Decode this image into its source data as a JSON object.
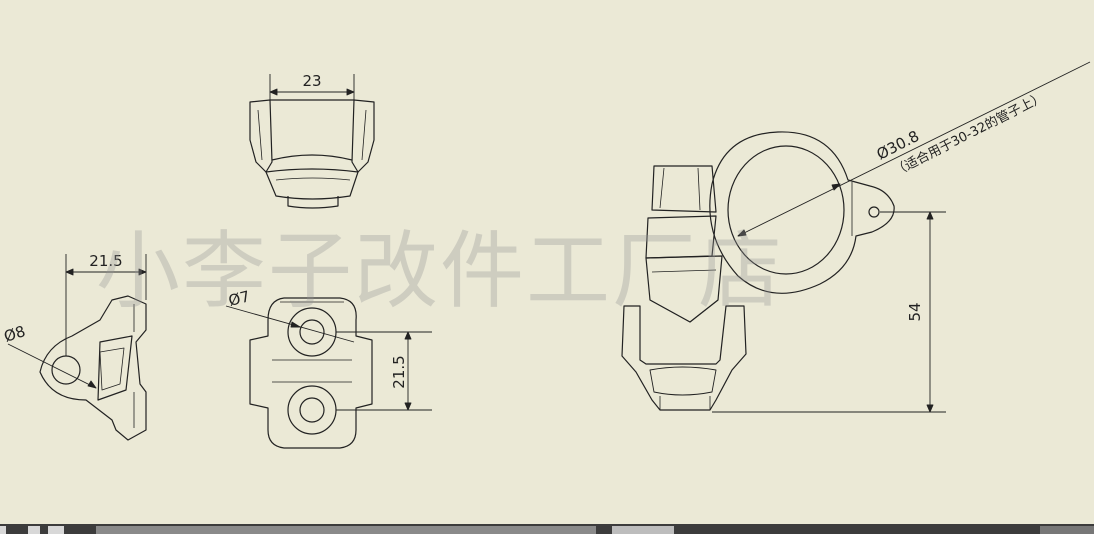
{
  "drawing": {
    "watermark": "小李子改件工厂店",
    "views": {
      "top": {
        "dim_width": "23"
      },
      "side": {
        "dim_width": "21.5",
        "dim_diameter": "Ø8"
      },
      "front": {
        "dim_diameter": "Ø7",
        "dim_spacing": "21.5"
      },
      "iso": {
        "dim_diameter": "Ø30.8",
        "note": "（适合用于30-32的管子上）",
        "dim_height": "54"
      }
    }
  },
  "statusbar": {
    "color": "#3c3c3c"
  }
}
